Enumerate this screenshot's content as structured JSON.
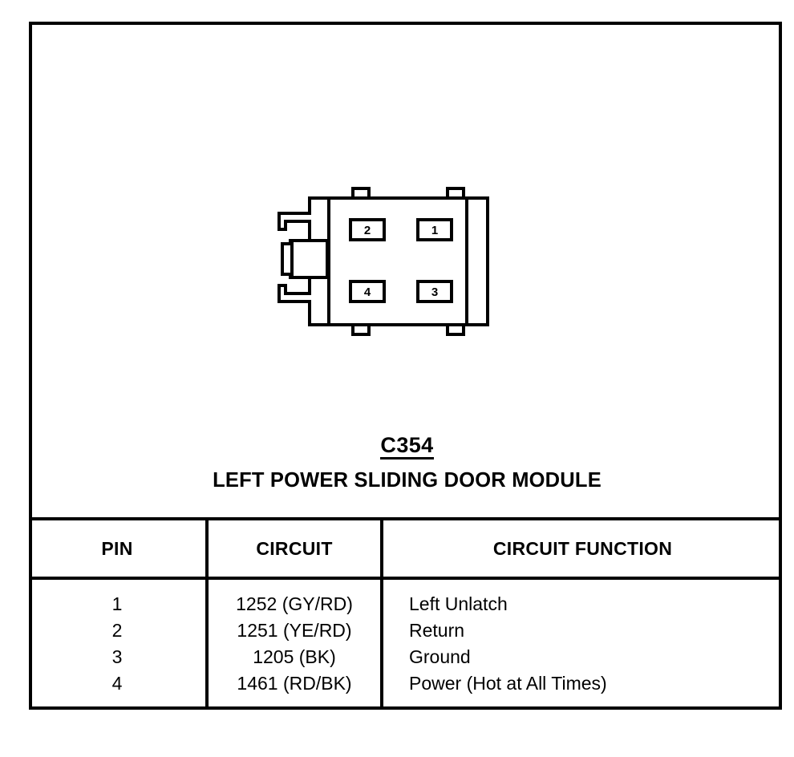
{
  "diagram": {
    "connector_id": "C354",
    "connector_name": "LEFT POWER SLIDING DOOR MODULE",
    "cavity_labels": {
      "top_left": "2",
      "top_right": "1",
      "bottom_left": "4",
      "bottom_right": "3"
    },
    "ink_color": "#000000",
    "background_color": "#ffffff"
  },
  "table": {
    "headers": {
      "pin": "PIN",
      "circuit": "CIRCUIT",
      "function": "CIRCUIT FUNCTION"
    },
    "rows": [
      {
        "pin": "1",
        "circuit": "1252 (GY/RD)",
        "function": "Left Unlatch"
      },
      {
        "pin": "2",
        "circuit": "1251 (YE/RD)",
        "function": "Return"
      },
      {
        "pin": "3",
        "circuit": "1205 (BK)",
        "function": "Ground"
      },
      {
        "pin": "4",
        "circuit": "1461 (RD/BK)",
        "function": "Power (Hot at All Times)"
      }
    ]
  }
}
